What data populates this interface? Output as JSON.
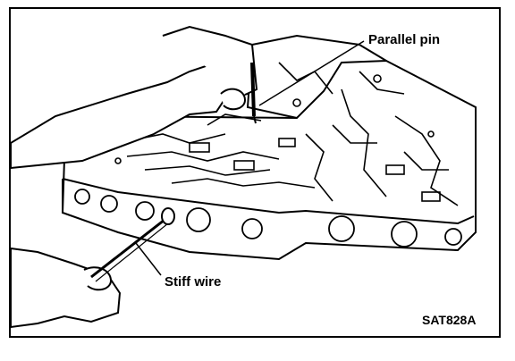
{
  "figure": {
    "labels": {
      "parallel_pin": "Parallel pin",
      "stiff_wire": "Stiff wire"
    },
    "code": "SAT828A"
  }
}
